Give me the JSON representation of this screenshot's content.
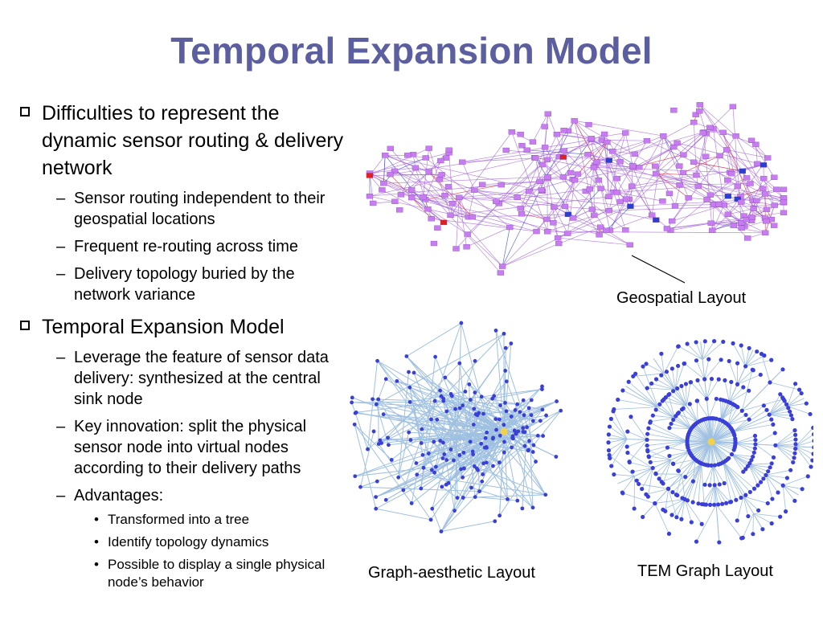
{
  "slide": {
    "title": "Temporal Expansion Model",
    "bullets": [
      {
        "text": "Difficulties to represent the dynamic sensor routing & delivery network",
        "subs": [
          {
            "text": "Sensor routing independent to their geospatial locations"
          },
          {
            "text": "Frequent re-routing across time"
          },
          {
            "text": "Delivery topology buried by the network variance"
          }
        ]
      },
      {
        "text": "Temporal Expansion Model",
        "subs": [
          {
            "text": "Leverage the feature of sensor data delivery: synthesized at the central sink node"
          },
          {
            "text": "Key innovation: split the physical sensor node into virtual nodes according to their delivery paths"
          },
          {
            "text": "Advantages:",
            "items": [
              "Transformed into a tree",
              "Identify topology dynamics",
              "Possible to display a single physical node’s behavior"
            ]
          }
        ]
      }
    ],
    "captions": {
      "geospatial": "Geospatial Layout",
      "graph_aesthetic": "Graph-aesthetic Layout",
      "tem": "TEM Graph Layout"
    },
    "colors": {
      "title": "#5b5fa0",
      "geo_node": "#c77cf0",
      "geo_edge": "#a262d8",
      "geo_highlight": "#e02020",
      "geo_blue": "#2a3fd0",
      "graph_node": "#3a3fd8",
      "graph_edge": "#9fc0e0",
      "sink": "#f2d24a"
    }
  }
}
